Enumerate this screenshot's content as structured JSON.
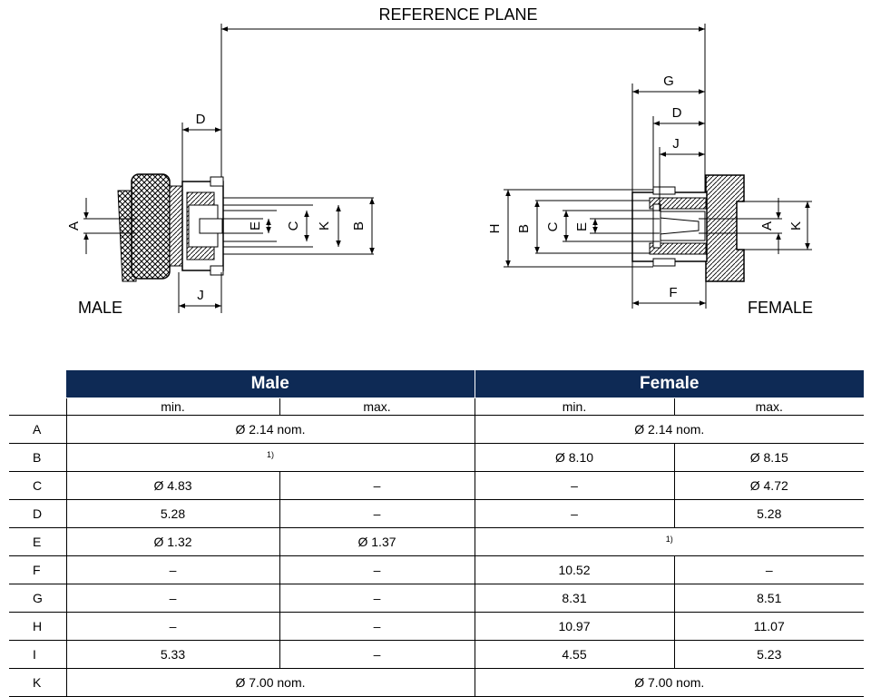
{
  "drawing": {
    "reference_plane": "REFERENCE PLANE",
    "male_label": "MALE",
    "female_label": "FEMALE",
    "male_dims": [
      "D",
      "J",
      "A",
      "E",
      "C",
      "K",
      "B"
    ],
    "female_dims": [
      "G",
      "D",
      "J",
      "F",
      "H",
      "B",
      "C",
      "E",
      "A",
      "K"
    ]
  },
  "table": {
    "male_header": "Male",
    "female_header": "Female",
    "min_label": "min.",
    "max_label": "max.",
    "rows": [
      {
        "label": "A",
        "male_span": "Ø 2.14 nom.",
        "female_span": "Ø 2.14 nom."
      },
      {
        "label": "B",
        "male_span": "1)",
        "f_min": "Ø 8.10",
        "f_max": "Ø 8.15"
      },
      {
        "label": "C",
        "m_min": "Ø 4.83",
        "m_max": "–",
        "f_min": "–",
        "f_max": "Ø 4.72"
      },
      {
        "label": "D",
        "m_min": "5.28",
        "m_max": "–",
        "f_min": "–",
        "f_max": "5.28"
      },
      {
        "label": "E",
        "m_min": "Ø 1.32",
        "m_max": "Ø 1.37",
        "female_span": "1)"
      },
      {
        "label": "F",
        "m_min": "–",
        "m_max": "–",
        "f_min": "10.52",
        "f_max": "–"
      },
      {
        "label": "G",
        "m_min": "–",
        "m_max": "–",
        "f_min": "8.31",
        "f_max": "8.51"
      },
      {
        "label": "H",
        "m_min": "–",
        "m_max": "–",
        "f_min": "10.97",
        "f_max": "11.07"
      },
      {
        "label": "I",
        "m_min": "5.33",
        "m_max": "–",
        "f_min": "4.55",
        "f_max": "5.23"
      },
      {
        "label": "K",
        "male_span": "Ø 7.00 nom.",
        "female_span": "Ø 7.00 nom."
      }
    ]
  }
}
